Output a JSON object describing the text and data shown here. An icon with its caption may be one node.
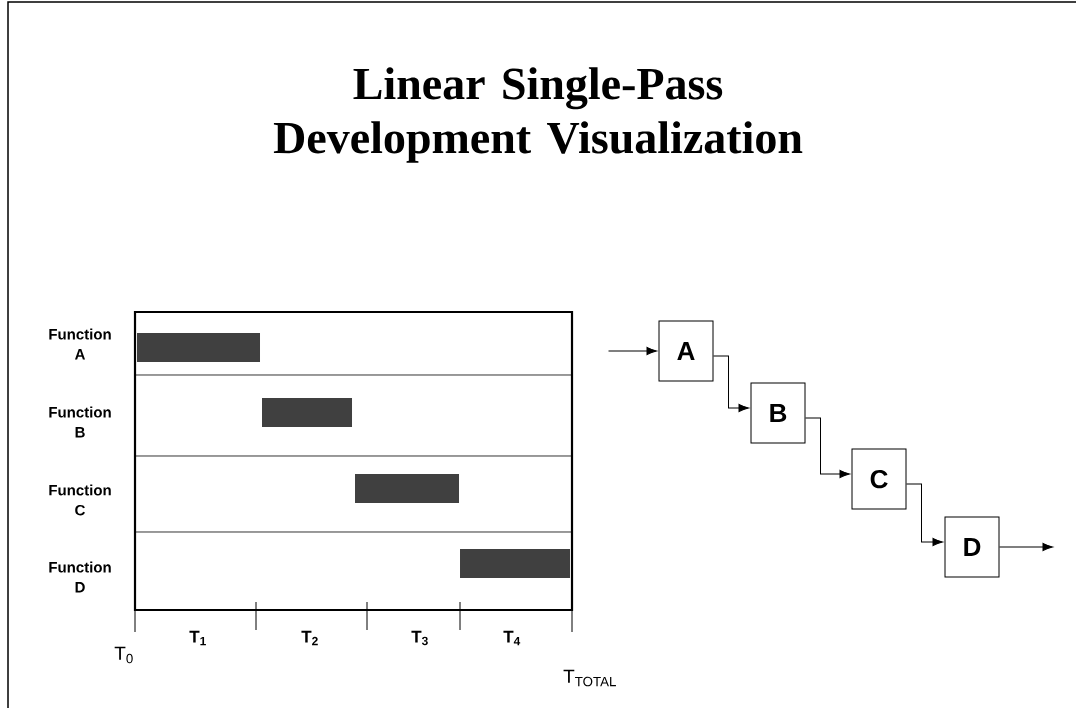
{
  "diagram": {
    "title": "Linear Single-Pass Development Visualization",
    "nodes": [
      {
        "text": [
          "A"
        ]
      },
      {
        "text": [
          "B"
        ]
      },
      {
        "text": [
          "C"
        ]
      },
      {
        "text": [
          "D"
        ]
      },
      {
        "text": [],
        "shape": "bar"
      },
      {
        "text": [],
        "shape": "bar"
      },
      {
        "text": [],
        "shape": "bar"
      },
      {
        "text": [],
        "shape": "bar"
      }
    ],
    "edges": [
      {
        "from": null,
        "to": 0,
        "arrow": "to"
      },
      {
        "from": 0,
        "to": 1,
        "arrow": "to"
      },
      {
        "from": 1,
        "to": 2,
        "arrow": "to"
      },
      {
        "from": 2,
        "to": 3,
        "arrow": "to"
      },
      {
        "from": 3,
        "to": null,
        "arrow": "to"
      }
    ],
    "labels": [
      "Function A",
      "Function B",
      "Function C",
      "Function D",
      "T$_{1}$",
      "T$_{2}$",
      "T$_{3}$",
      "T$_{4}$",
      "T$_{0}$",
      "T$_{TOTAL}$"
    ]
  }
}
